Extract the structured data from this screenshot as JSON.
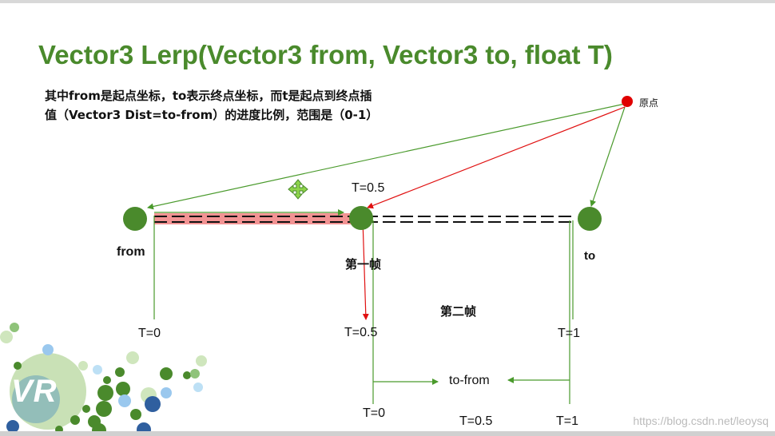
{
  "title": "Vector3 Lerp(Vector3 from, Vector3 to, float T)",
  "description": {
    "line1": "其中from是起点坐标，to表示终点坐标，而t是起点到终点插",
    "line2": "值（Vector3 Dist=to-from）的进度比例，范围是（0-1）"
  },
  "origin_label": "原点",
  "points": {
    "from": "from",
    "to": "to",
    "mid_t": "T=0.5"
  },
  "frames": {
    "first": "第一帧",
    "second": "第二帧"
  },
  "row1": {
    "t0": "T=0",
    "t05": "T=0.5",
    "t1": "T=1"
  },
  "row2": {
    "to_from": "to-from",
    "t0": "T=0",
    "t05": "T=0.5",
    "t1": "T=1"
  },
  "logo_text": "VR",
  "watermark": "https://blog.csdn.net/leoysq",
  "colors": {
    "title": "#4a8a2c",
    "node": "#4a8a2c",
    "origin": "#e00000",
    "red_line": "#e01010",
    "green_line": "#4a9a2c",
    "highlight": "#f08080"
  }
}
